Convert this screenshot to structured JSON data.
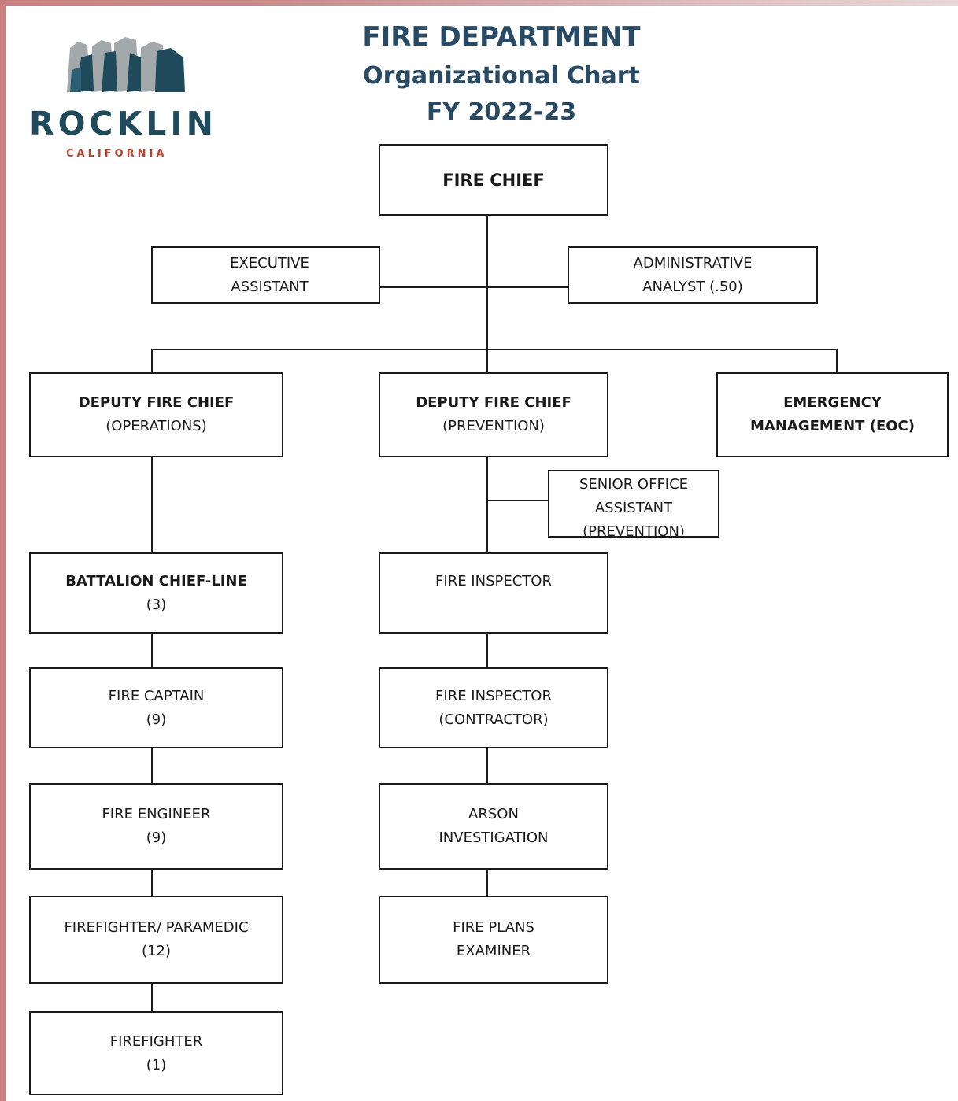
{
  "header": {
    "title": "FIRE DEPARTMENT",
    "subtitle": "Organizational Chart",
    "fiscal_year": "FY 2022-23"
  },
  "logo": {
    "name": "ROCKLIN",
    "state": "CALIFORNIA",
    "colors": {
      "dark": "#1f4a5c",
      "gray": "#9ea3a5",
      "accent": "#b5452f"
    }
  },
  "org_chart": {
    "fire_chief": {
      "line1": "FIRE CHIEF"
    },
    "executive_assistant": {
      "line1": "EXECUTIVE",
      "line2": "ASSISTANT"
    },
    "administrative_analyst": {
      "line1": "ADMINISTRATIVE",
      "line2": "ANALYST (.50)"
    },
    "deputy_operations": {
      "line1": "DEPUTY FIRE CHIEF",
      "line2": "(OPERATIONS)"
    },
    "deputy_prevention": {
      "line1": "DEPUTY FIRE CHIEF",
      "line2": "(PREVENTION)"
    },
    "emergency_management": {
      "line1": "EMERGENCY",
      "line2": "MANAGEMENT (EOC)"
    },
    "senior_office_assistant": {
      "line1": "SENIOR OFFICE",
      "line2": "ASSISTANT",
      "line3": "(PREVENTION)"
    },
    "battalion_chief": {
      "line1": "BATTALION CHIEF-LINE",
      "line2": "(3)"
    },
    "fire_captain": {
      "line1": "FIRE CAPTAIN",
      "line2": "(9)"
    },
    "fire_engineer": {
      "line1": "FIRE ENGINEER",
      "line2": "(9)"
    },
    "firefighter_paramedic": {
      "line1": "FIREFIGHTER/ PARAMEDIC",
      "line2": "(12)"
    },
    "firefighter": {
      "line1": "FIREFIGHTER",
      "line2": "(1)"
    },
    "fire_inspector": {
      "line1": "FIRE INSPECTOR"
    },
    "fire_inspector_contractor": {
      "line1": "FIRE INSPECTOR",
      "line2": "(CONTRACTOR)"
    },
    "arson_investigation": {
      "line1": "ARSON",
      "line2": "INVESTIGATION"
    },
    "fire_plans_examiner": {
      "line1": "FIRE PLANS",
      "line2": "EXAMINER"
    }
  }
}
